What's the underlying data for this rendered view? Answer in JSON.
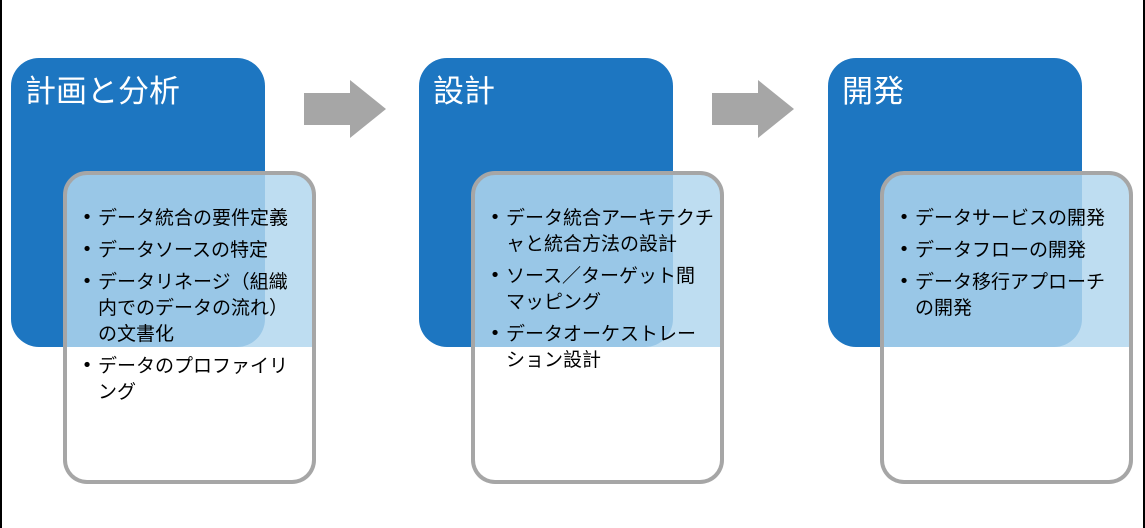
{
  "diagram": {
    "stages": [
      {
        "title": "計画と分析",
        "items": [
          "データ統合の要件定義",
          "データソースの特定",
          "データリネージ（組織内でのデータの流れ）の文書化",
          "データのプロファイリング"
        ]
      },
      {
        "title": "設計",
        "items": [
          "データ統合アーキテクチャと統合方法の設計",
          "ソース／ターゲット間マッピング",
          "データオーケストレーション設計"
        ]
      },
      {
        "title": "開発",
        "items": [
          "データサービスの開発",
          "データフローの開発",
          "データ移行アプローチの開発"
        ]
      }
    ],
    "colors": {
      "header": "#1d76c1",
      "box_fill": "#b2d6ee",
      "box_border": "#a6a6a6",
      "arrow": "#a6a6a6"
    },
    "icons": {
      "connector": "right-arrow-icon",
      "bullet": "bullet-icon"
    }
  }
}
